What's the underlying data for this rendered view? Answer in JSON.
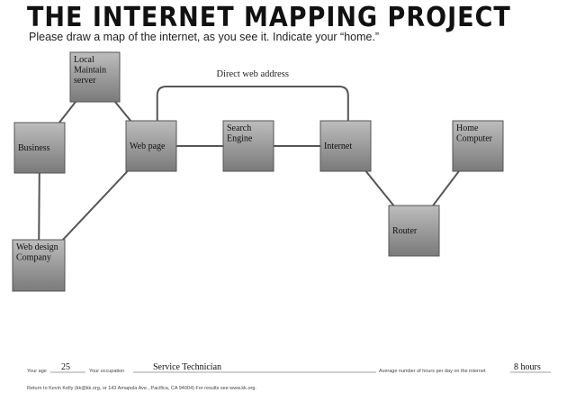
{
  "header": {
    "title": "THE INTERNET MAPPING PROJECT",
    "subtitle": "Please draw a map of the internet, as you see it. Indicate your “home.”"
  },
  "diagram": {
    "nodes": [
      {
        "id": "local-server",
        "lines": [
          "Local",
          "Maintain",
          "server"
        ]
      },
      {
        "id": "business",
        "lines": [
          "Business"
        ]
      },
      {
        "id": "web-page",
        "lines": [
          "Web page"
        ]
      },
      {
        "id": "search-engine",
        "lines": [
          "Search",
          "Engine"
        ]
      },
      {
        "id": "internet",
        "lines": [
          "Internet"
        ]
      },
      {
        "id": "home-computer",
        "lines": [
          "Home",
          "Computer"
        ]
      },
      {
        "id": "router",
        "lines": [
          "Router"
        ]
      },
      {
        "id": "web-design",
        "lines": [
          "Web design",
          "Company"
        ]
      }
    ],
    "edges": [
      {
        "from": "business",
        "to": "local-server"
      },
      {
        "from": "local-server",
        "to": "web-page"
      },
      {
        "from": "business",
        "to": "web-design"
      },
      {
        "from": "web-design",
        "to": "web-page"
      },
      {
        "from": "web-page",
        "to": "search-engine"
      },
      {
        "from": "search-engine",
        "to": "internet"
      },
      {
        "from": "internet",
        "to": "router"
      },
      {
        "from": "router",
        "to": "home-computer"
      },
      {
        "from": "web-page",
        "to": "internet",
        "label": "Direct web address"
      }
    ]
  },
  "footer": {
    "age_label": "Your age",
    "age_value": "25",
    "occupation_label": "Your occupation",
    "occupation_value": "Service Technician",
    "hours_label": "Average number of hours per day on the internet",
    "hours_value": "8 hours",
    "return_text": "Return to Kevin Kelly (kk@kk.org,  or  143 Amapola Ave., Pacifica, CA 94004) For results see www.kk.org."
  }
}
